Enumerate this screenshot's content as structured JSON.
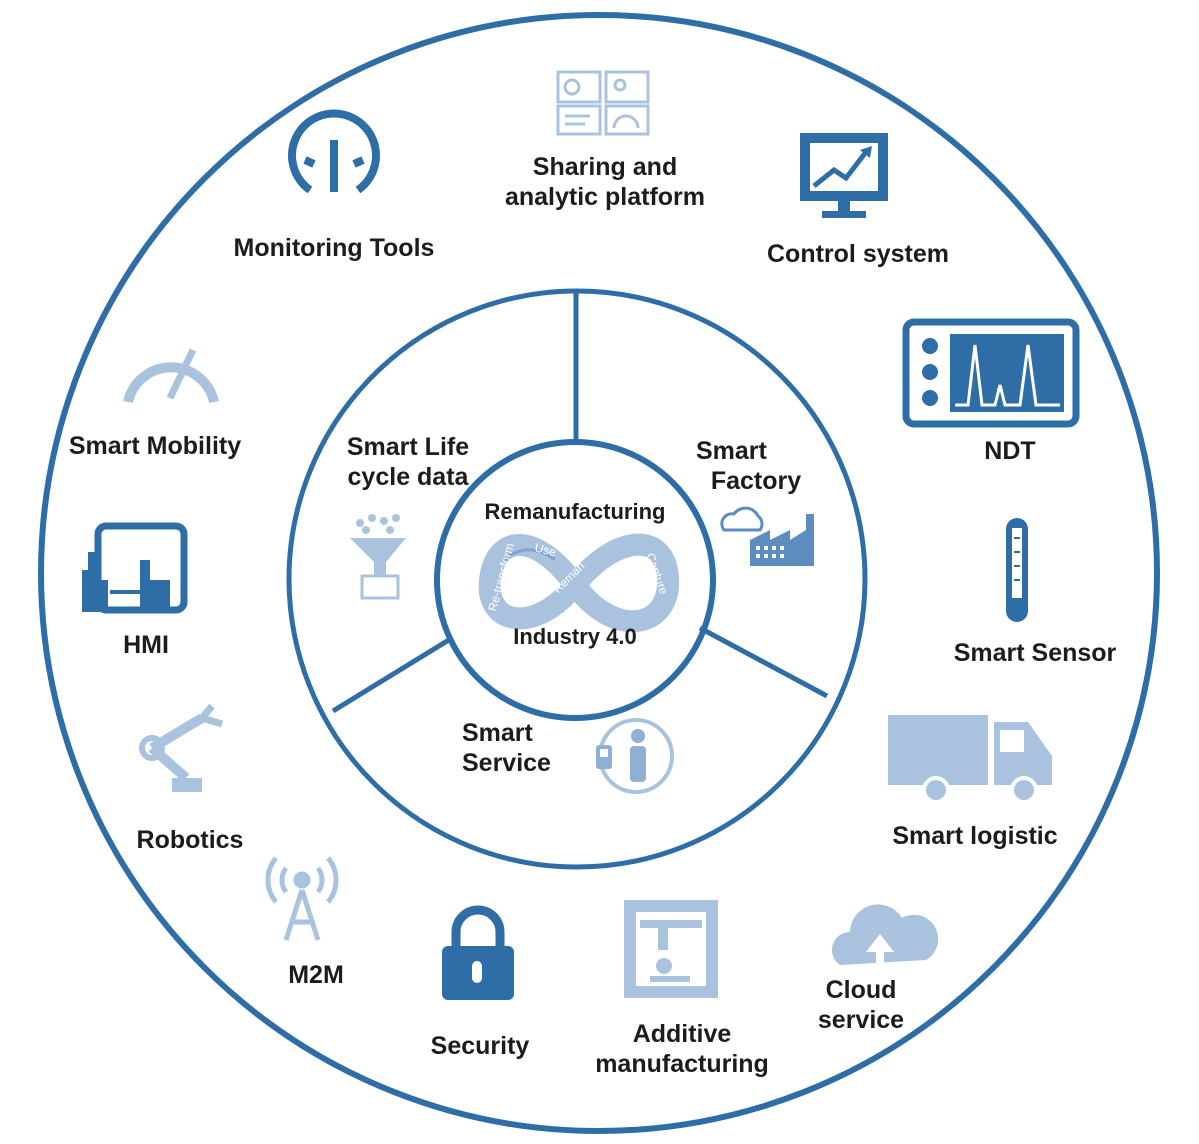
{
  "colors": {
    "ring": "#2e6da6",
    "icon_dark": "#2e6da6",
    "icon_mid": "#5b8dbf",
    "icon_light": "#a9c3de",
    "text": "#1c1c1c"
  },
  "center": {
    "title": "Remanufacturing",
    "subtitle": "Industry 4.0",
    "loop_labels": {
      "use": "Use",
      "reman": "Reman",
      "capture": "Capture",
      "re_transform": "Re-transform"
    }
  },
  "segments": {
    "life_cycle": {
      "line1": "Smart Life",
      "line2": "cycle data",
      "icon": "funnel-data-icon"
    },
    "factory": {
      "line1": "Smart",
      "line2": "Factory",
      "icon": "cloud-factory-icon"
    },
    "service": {
      "line1": "Smart",
      "line2": "Service",
      "icon": "person-service-icon"
    }
  },
  "outer_items": {
    "sharing": {
      "line1": "Sharing and",
      "line2": "analytic platform",
      "icon": "dashboard-icon"
    },
    "monitoring": {
      "label": "Monitoring Tools",
      "icon": "gauge-icon"
    },
    "control": {
      "label": "Control system",
      "icon": "monitor-chart-icon"
    },
    "mobility": {
      "label": "Smart Mobility",
      "icon": "speedometer-icon"
    },
    "ndt": {
      "label": "NDT",
      "icon": "oscilloscope-icon"
    },
    "hmi": {
      "label": "HMI",
      "icon": "touch-tablet-icon"
    },
    "sensor": {
      "label": "Smart Sensor",
      "icon": "thermometer-icon"
    },
    "robotics": {
      "label": "Robotics",
      "icon": "robot-arm-icon"
    },
    "logistic": {
      "label": "Smart logistic",
      "icon": "truck-icon"
    },
    "m2m": {
      "label": "M2M",
      "icon": "antenna-icon"
    },
    "security": {
      "label": "Security",
      "icon": "padlock-icon"
    },
    "additive": {
      "line1": "Additive",
      "line2": "manufacturing",
      "icon": "3d-printer-icon"
    },
    "cloud": {
      "line1": "Cloud",
      "line2": "service",
      "icon": "cloud-upload-icon"
    }
  }
}
